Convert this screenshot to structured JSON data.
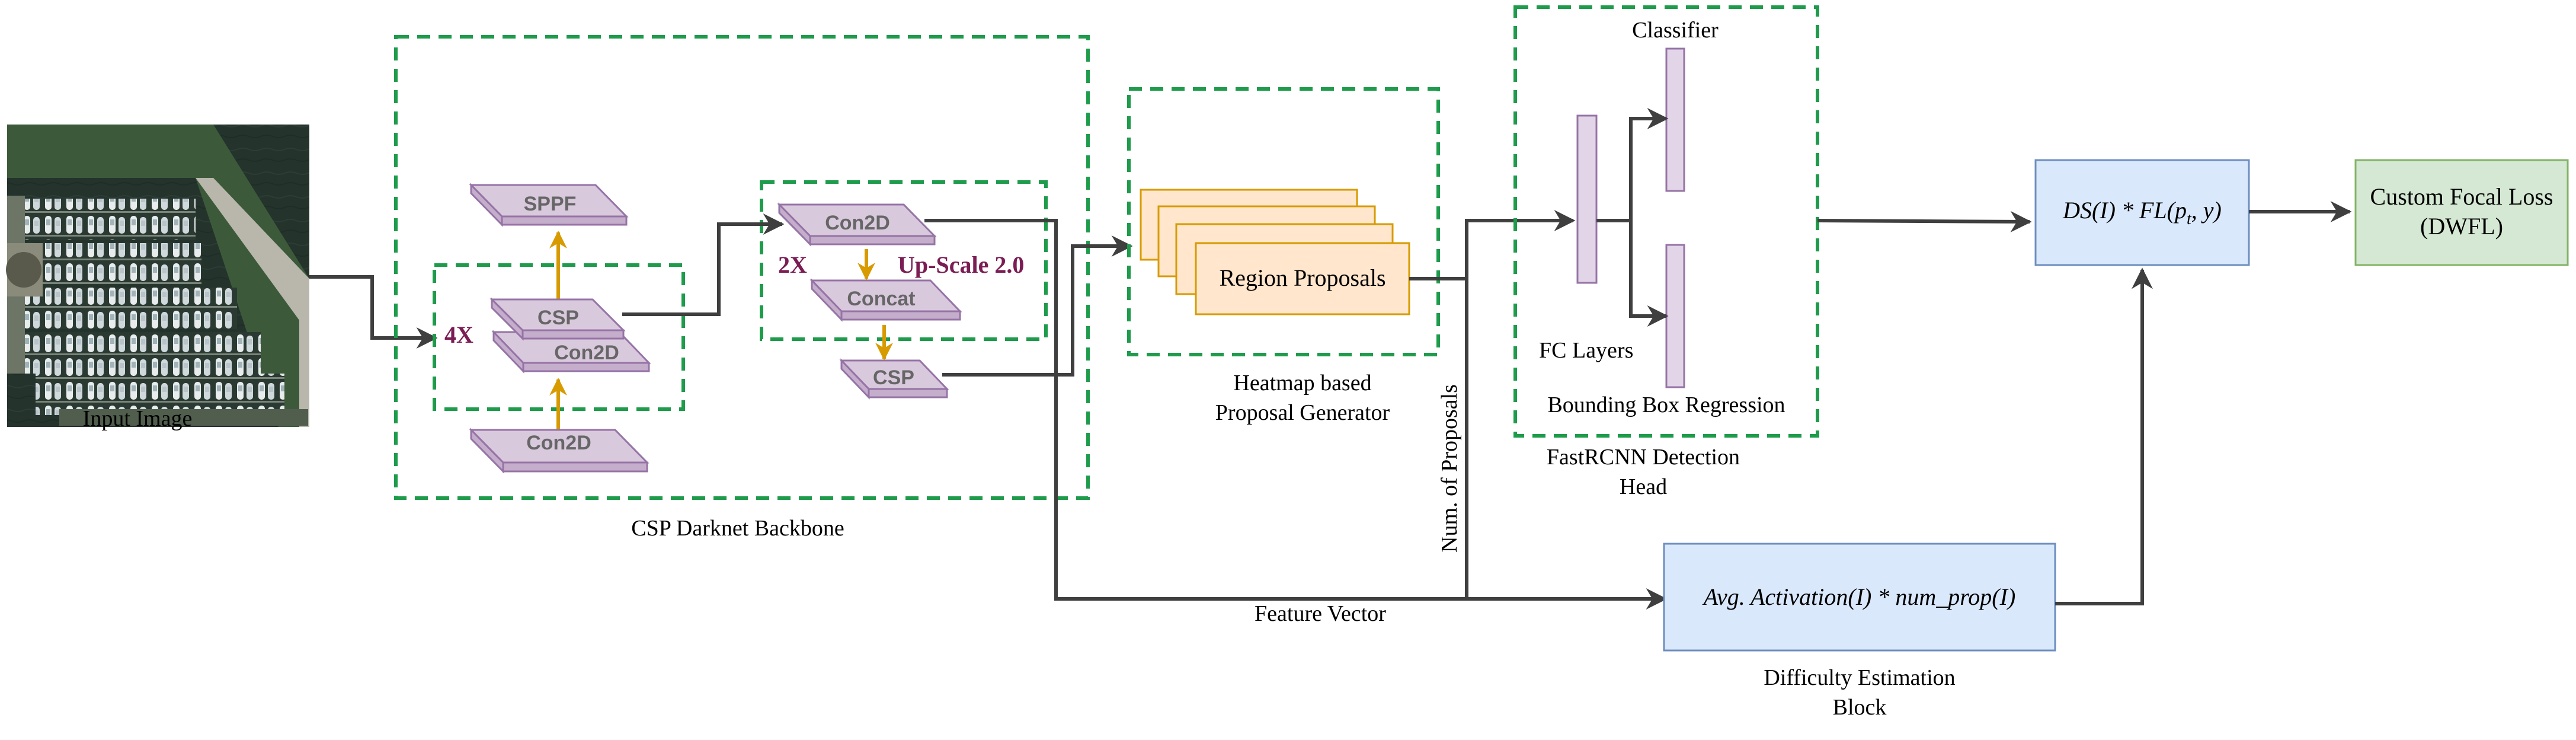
{
  "colors": {
    "arrow": "#3f3f3f",
    "gold": "#d79b00",
    "dash_green": "#1e9b4b",
    "layer_fill": "#d9c9dd",
    "layer_side": "#c4aecb",
    "layer_stroke": "#9673a6",
    "layer_text": "#666666",
    "maroon": "#7b1d54",
    "orange_fill": "#ffe6cc",
    "orange_stroke": "#d79b00",
    "blue_fill": "#dae8fc",
    "blue_stroke": "#6c8ebf",
    "green_fill": "#d5e8d4",
    "green_stroke": "#82b366"
  },
  "input": {
    "caption_fragment": "Input Image"
  },
  "backbone": {
    "label": "CSP Darknet Backbone",
    "repeat_left": "4X",
    "repeat_right": "2X",
    "upscale": "Up-Scale 2.0",
    "layers": {
      "sppf": "SPPF",
      "csp_left": "CSP",
      "con2d_mid": "Con2D",
      "con2d_bottom": "Con2D",
      "con2d_right": "Con2D",
      "concat": "Concat",
      "csp_right": "CSP"
    }
  },
  "proposal": {
    "box_label": "Region Proposals",
    "caption_line1": "Heatmap based",
    "caption_line2": "Proposal Generator"
  },
  "detection": {
    "classifier": "Classifier",
    "fc_layers": "FC Layers",
    "bbox_regression": "Bounding Box Regression",
    "caption_line1": "FastRCNN Detection",
    "caption_line2": "Head"
  },
  "labels": {
    "num_proposals": "Num. of Proposals",
    "feature_vector": "Feature Vector"
  },
  "loss_formula": {
    "prefix": "DS(I) * FL(p",
    "subscript": "t",
    "suffix": ", y)"
  },
  "custom_loss": {
    "line1": "Custom Focal Loss",
    "line2": "(DWFL)"
  },
  "difficulty": {
    "formula": "Avg. Activation(I) * num_prop(I)",
    "caption_line1": "Difficulty Estimation",
    "caption_line2": "Block"
  }
}
